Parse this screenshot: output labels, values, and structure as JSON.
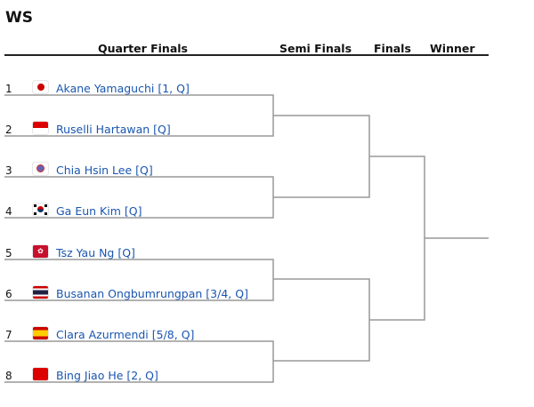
{
  "title": "WS",
  "headers": {
    "qf": "Quarter Finals",
    "sf": "Semi Finals",
    "f": "Finals",
    "w": "Winner"
  },
  "players": [
    {
      "seed": "1",
      "name": "Akane Yamaguchi [1, Q]",
      "flag": "japan-flag"
    },
    {
      "seed": "2",
      "name": "Ruselli Hartawan [Q]",
      "flag": "indonesia-flag"
    },
    {
      "seed": "3",
      "name": "Chia Hsin Lee [Q]",
      "flag": "chinese-taipei-flag"
    },
    {
      "seed": "4",
      "name": "Ga Eun Kim [Q]",
      "flag": "korea-flag"
    },
    {
      "seed": "5",
      "name": "Tsz Yau Ng [Q]",
      "flag": "hong-kong-flag"
    },
    {
      "seed": "6",
      "name": "Busanan Ongbumrungpan [3/4, Q]",
      "flag": "thailand-flag"
    },
    {
      "seed": "7",
      "name": "Clara Azurmendi [5/8, Q]",
      "flag": "spain-flag"
    },
    {
      "seed": "8",
      "name": "Bing Jiao He [2, Q]",
      "flag": "china-flag"
    }
  ]
}
